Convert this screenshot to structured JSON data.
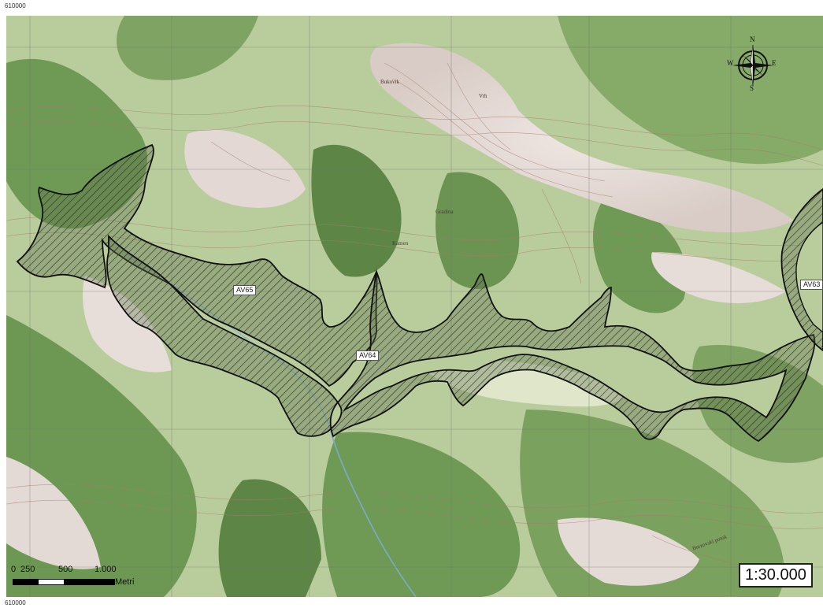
{
  "coordinates": {
    "top_left": "610000",
    "bottom_left": "610000"
  },
  "compass": {
    "north": "N",
    "east": "E",
    "south": "S",
    "west": "W"
  },
  "zones": [
    {
      "id": "AV65",
      "label": "AV65"
    },
    {
      "id": "AV64",
      "label": "AV64"
    },
    {
      "id": "AV63",
      "label": "AV63"
    }
  ],
  "scale": {
    "ratio": "1:30.000",
    "ticks": [
      "0",
      "250",
      "500",
      "1.000"
    ],
    "units": "Metri"
  },
  "place_names": {
    "peak_1": "Bukovik",
    "peak_2": "Gradina",
    "peak_3": "Vrh",
    "peak_4": "Kamen",
    "river": "Brezovski potok"
  },
  "colors": {
    "forest": "#7fa362",
    "forest_dark": "#5d8646",
    "meadow": "#c8d6a8",
    "rock": "#e6dcd8",
    "contour": "#a67c6a",
    "boundary": "#111111",
    "hatch": "#2b2b2b",
    "river": "#7fa9c9",
    "grid": "#6f6f6f"
  },
  "icons": {
    "compass": "compass-rose-icon"
  }
}
